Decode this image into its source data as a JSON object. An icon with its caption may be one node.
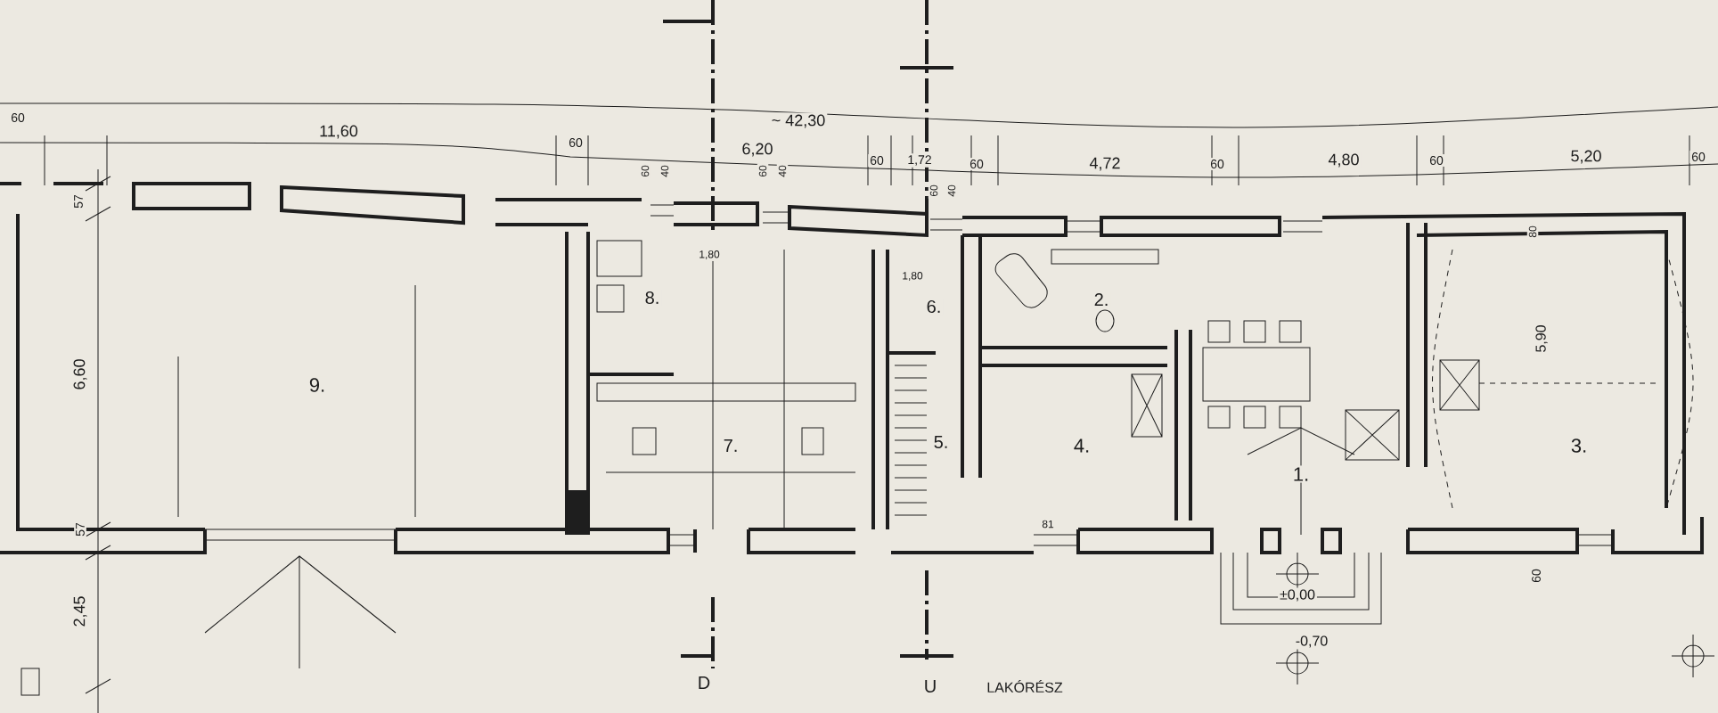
{
  "diagram": {
    "labels": [
      "~ 42,30",
      "60",
      "11,60",
      "60",
      "6,20",
      "60",
      "1,72",
      "60",
      "4,72",
      "60",
      "4,80",
      "60",
      "5,20",
      "60",
      "57",
      "60",
      "40",
      "60",
      "40",
      "60",
      "40",
      "1,80",
      "1,80",
      "8.",
      "80",
      "6.",
      "2.",
      "6,60",
      "9.",
      "5,90",
      "7.",
      "5.",
      "4.",
      "1.",
      "3.",
      "57",
      "81",
      "60",
      "±0,00",
      "2,45",
      "-0,70",
      "D",
      "U",
      "LAKÓRÉSZ"
    ]
  }
}
